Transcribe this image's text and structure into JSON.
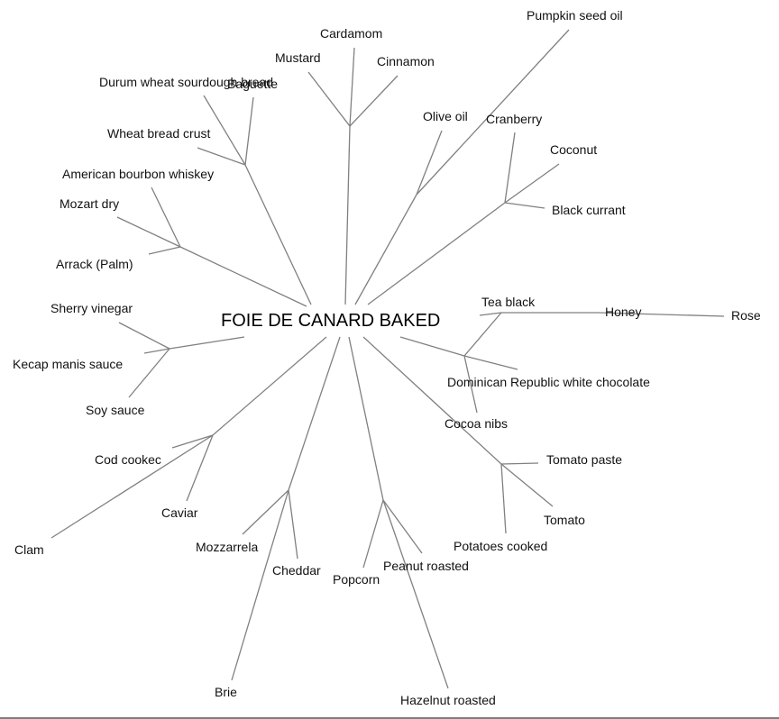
{
  "diagram": {
    "type": "radial-tree",
    "root": {
      "id": "root",
      "label": "FOIE DE CANARD BAKED"
    },
    "groups": [
      {
        "id": "g-bread",
        "children": [
          "Durum wheat sourdough bread",
          "Baguette",
          "Wheat bread crust"
        ]
      },
      {
        "id": "g-spice",
        "children": [
          "Mustard",
          "Cardamom",
          "Cinnamon"
        ]
      },
      {
        "id": "g-oil",
        "children": [
          "Olive oil",
          "Pumpkin seed oil"
        ]
      },
      {
        "id": "g-berry",
        "children": [
          "Cranberry",
          "Coconut",
          "Black currant"
        ]
      },
      {
        "id": "g-spirit",
        "children": [
          "American bourbon whiskey",
          "Mozart dry",
          "Arrack (Palm)"
        ]
      },
      {
        "id": "g-sauce",
        "children": [
          "Sherry vinegar",
          "Kecap manis sauce",
          "Soy sauce"
        ]
      },
      {
        "id": "g-tea",
        "children": [
          "Tea black",
          "Honey",
          "Rose"
        ]
      },
      {
        "id": "g-choc",
        "children": [
          "Dominican Republic white chocolate",
          "Cocoa nibs"
        ]
      },
      {
        "id": "g-tomato",
        "children": [
          "Tomato paste",
          "Tomato",
          "Potatoes cooked"
        ]
      },
      {
        "id": "g-sea",
        "children": [
          "Cod cookec",
          "Caviar",
          "Clam"
        ]
      },
      {
        "id": "g-cheese",
        "children": [
          "Mozzarrela",
          "Cheddar",
          "Brie"
        ]
      },
      {
        "id": "g-nut",
        "children": [
          "Popcorn",
          "Peanut roasted",
          "Hazelnut roasted"
        ]
      }
    ],
    "labels": {
      "root": "FOIE DE CANARD BAKED",
      "pumpkin_seed_oil": "Pumpkin seed oil",
      "cardamom": "Cardamom",
      "mustard": "Mustard",
      "cinnamon": "Cinnamon",
      "durum": "Durum wheat sourdough bread",
      "baguette": "Baguette",
      "olive_oil": "Olive oil",
      "cranberry": "Cranberry",
      "wheat_crust": "Wheat bread crust",
      "coconut": "Coconut",
      "bourbon": "American bourbon whiskey",
      "mozart": "Mozart dry",
      "black_currant": "Black currant",
      "arrack": "Arrack (Palm)",
      "sherry": "Sherry vinegar",
      "tea_black": "Tea black",
      "honey": "Honey",
      "rose": "Rose",
      "kecap": "Kecap manis sauce",
      "dominican": "Dominican Republic white chocolate",
      "soy": "Soy sauce",
      "cocoa": "Cocoa nibs",
      "cod": "Cod cookec",
      "tomato_paste": "Tomato paste",
      "caviar": "Caviar",
      "tomato": "Tomato",
      "clam": "Clam",
      "mozzarella": "Mozzarrela",
      "potatoes": "Potatoes cooked",
      "cheddar": "Cheddar",
      "peanut": "Peanut roasted",
      "popcorn": "Popcorn",
      "brie": "Brie",
      "hazelnut": "Hazelnut roasted"
    }
  }
}
